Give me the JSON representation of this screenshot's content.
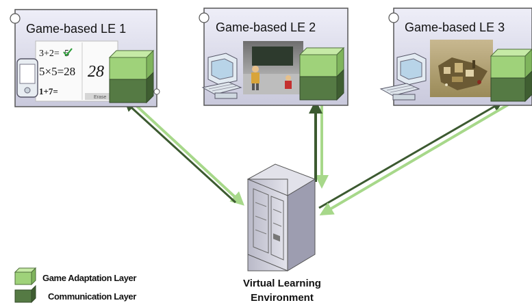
{
  "environments": [
    {
      "title": "Game-based LE 1",
      "device": "pda",
      "scene": "math-whiteboard",
      "screen": {
        "line1": "3+2=",
        "answer1": "5",
        "line2": "5×5=28",
        "line3": "1+7=",
        "big_answer": "28",
        "erase": "Erase"
      }
    },
    {
      "title": "Game-based LE 2",
      "device": "desktop-computer",
      "scene": "classroom-characters"
    },
    {
      "title": "Game-based LE 3",
      "device": "desktop-computer",
      "scene": "strategy-game-city"
    }
  ],
  "server": {
    "label_line1": "Virtual Learning",
    "label_line2": "Environment"
  },
  "legend": [
    {
      "label": "Game Adaptation Layer",
      "color": "#9fd27a"
    },
    {
      "label": "Communication Layer",
      "color": "#557a44"
    }
  ],
  "colors": {
    "adaptation_layer": "#9fd27a",
    "communication_layer": "#557a44",
    "panel_fill": "#dcdcec",
    "panel_border": "#555555",
    "arrow_light": "#a7d88a",
    "arrow_dark": "#3c5a30"
  }
}
